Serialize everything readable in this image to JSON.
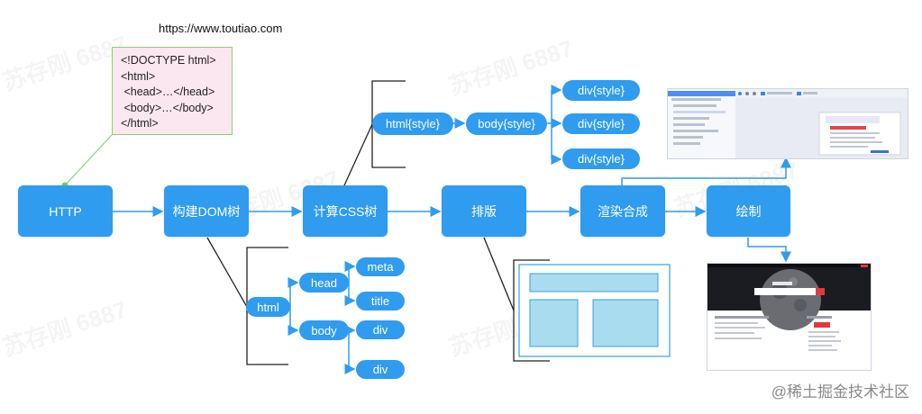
{
  "url": "https://www.toutiao.com",
  "html_source": [
    "<!DOCTYPE html>",
    "<html>",
    " <head>…</head>",
    " <body>…</body>",
    "</html>"
  ],
  "pipeline": {
    "http": "HTTP",
    "dom": "构建DOM树",
    "css": "计算CSS树",
    "layout": "排版",
    "composite": "渲染合成",
    "paint": "绘制"
  },
  "css_tree": {
    "html": "html{style}",
    "body": "body{style}",
    "divs": [
      "div{style}",
      "div{style}",
      "div{style}"
    ]
  },
  "dom_tree": {
    "html": "html",
    "head": "head",
    "body": "body",
    "head_children": [
      "meta",
      "title"
    ],
    "body_children": [
      "div",
      "div"
    ]
  },
  "watermark": "苏存刚 6887",
  "credit": "@稀土掘金技术社区",
  "colors": {
    "node": "#2f9cf0",
    "line": "#2f9cf0",
    "bracket": "#222222",
    "layout_box": "#a9dcef"
  }
}
